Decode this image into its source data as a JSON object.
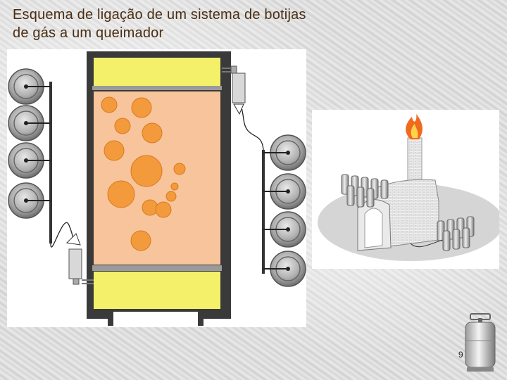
{
  "title": {
    "line1": "Esquema de ligação de um sistema de botijas",
    "line2": "de gás a um queimador"
  },
  "page_number": "9",
  "icons": {
    "left_diagram": "gas-cylinder-manifold-furnace-diagram",
    "right_illustration": "kiln-with-gas-cylinders-icon",
    "corner": "gas-cylinder-icon"
  },
  "colors": {
    "furnace_frame": "#3a3a3a",
    "burner_zone": "#f4f06a",
    "chamber": "#f7c49c",
    "particles": "#f39a3c",
    "cylinder": "#8c8c8c",
    "flame": "#f06a1e",
    "title": "#4a2e12"
  }
}
